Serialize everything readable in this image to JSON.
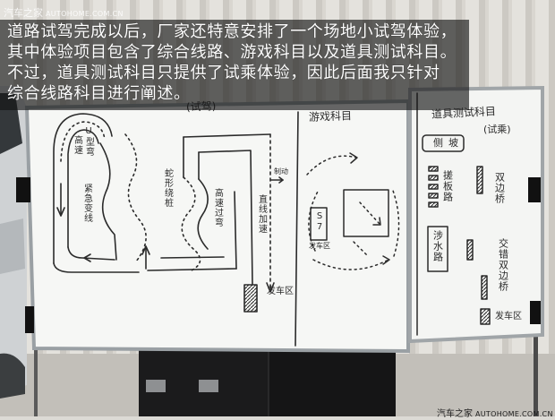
{
  "watermark_top": {
    "brand_cn": "汽车之家",
    "brand_en": "AUTOHOME.COM.CN"
  },
  "caption": {
    "lines": [
      "道路试驾完成以后，厂家还特意安排了一个场地小试驾体验，",
      "其中体验项目包含了综合线路、游戏科目以及道具测试科目。",
      "不过，道具测试科目只提供了试乘体验，因此后面我只针对",
      "综合线路科目进行阐述。"
    ]
  },
  "whiteboard": {
    "course_panel": {
      "title": "(试驾)",
      "labels": {
        "high_speed": "高速",
        "u_turn": "U型弯",
        "lane_change": "紧急变线",
        "slalom": "蛇形绕桩",
        "high_speed_corner": "高速过弯",
        "straight_accel": "直线加速",
        "braking": "制动",
        "start_area": "发车区"
      }
    },
    "game_panel": {
      "title": "游戏科目",
      "box_label": "S7",
      "start_area": "发车区"
    },
    "props_panel": {
      "title": "道具测试科目",
      "subtitle": "(试乘)",
      "side_slope": "侧坡",
      "washboard": "搓板路",
      "double_bridge": "双边桥",
      "wading": "涉水路",
      "staggered_bridge": "交错双边桥",
      "start_area": "发车区"
    }
  },
  "watermark_bottom": {
    "brand_cn": "汽车之家",
    "brand_en": "AUTOHOME.COM.CN"
  },
  "colors": {
    "caption_bg": "#121212",
    "caption_text": "#ffffff",
    "marker": "#2b2b2b",
    "board": "#f5f6f4",
    "frame": "#9ea3a6"
  }
}
